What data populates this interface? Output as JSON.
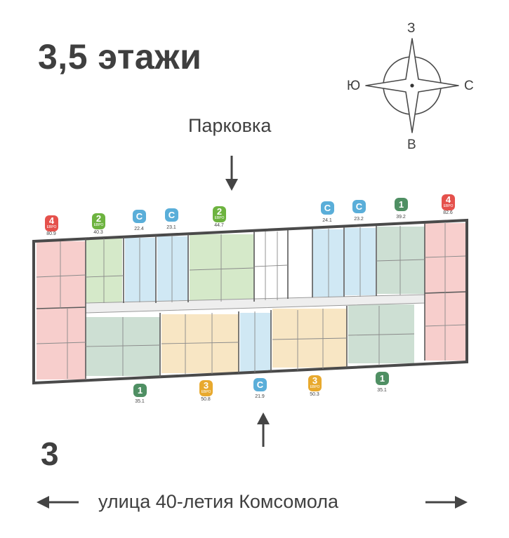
{
  "title": "3,5 этажи",
  "parking_label": "Парковка",
  "section_number": "3",
  "street": "улица 40-летия Комсомола",
  "compass": {
    "north": "З",
    "south": "В",
    "west": "Ю",
    "east": "С"
  },
  "colors": {
    "studio": "#5aaed9",
    "one_room": "#4f8f63",
    "two_room": "#6db33f",
    "three_room": "#e8a92e",
    "four_room": "#e5514c",
    "wall": "#4a4a4a",
    "arrow": "#444444"
  },
  "apartments_top": [
    {
      "rooms": "4",
      "sub": "ЕВРО",
      "area": "80.9",
      "type": "four_room"
    },
    {
      "rooms": "2",
      "sub": "ЕВРО",
      "area": "40.3",
      "type": "two_room"
    },
    {
      "rooms": "С",
      "sub": "",
      "area": "22.4",
      "type": "studio"
    },
    {
      "rooms": "С",
      "sub": "",
      "area": "23.1",
      "type": "studio"
    },
    {
      "rooms": "2",
      "sub": "ЕВРО",
      "area": "44.7",
      "type": "two_room"
    },
    {
      "rooms": "С",
      "sub": "",
      "area": "24.1",
      "type": "studio"
    },
    {
      "rooms": "С",
      "sub": "",
      "area": "23.2",
      "type": "studio"
    },
    {
      "rooms": "1",
      "sub": "",
      "area": "39.2",
      "type": "one_room"
    },
    {
      "rooms": "4",
      "sub": "ЕВРО",
      "area": "82.6",
      "type": "four_room"
    }
  ],
  "apartments_bottom": [
    {
      "rooms": "1",
      "sub": "",
      "area": "35.1",
      "type": "one_room"
    },
    {
      "rooms": "3",
      "sub": "ЕВРО",
      "area": "50.8",
      "type": "three_room"
    },
    {
      "rooms": "С",
      "sub": "",
      "area": "21.9",
      "type": "studio"
    },
    {
      "rooms": "3",
      "sub": "ЕВРО",
      "area": "50.3",
      "type": "three_room"
    },
    {
      "rooms": "1",
      "sub": "",
      "area": "35.1",
      "type": "one_room"
    }
  ]
}
